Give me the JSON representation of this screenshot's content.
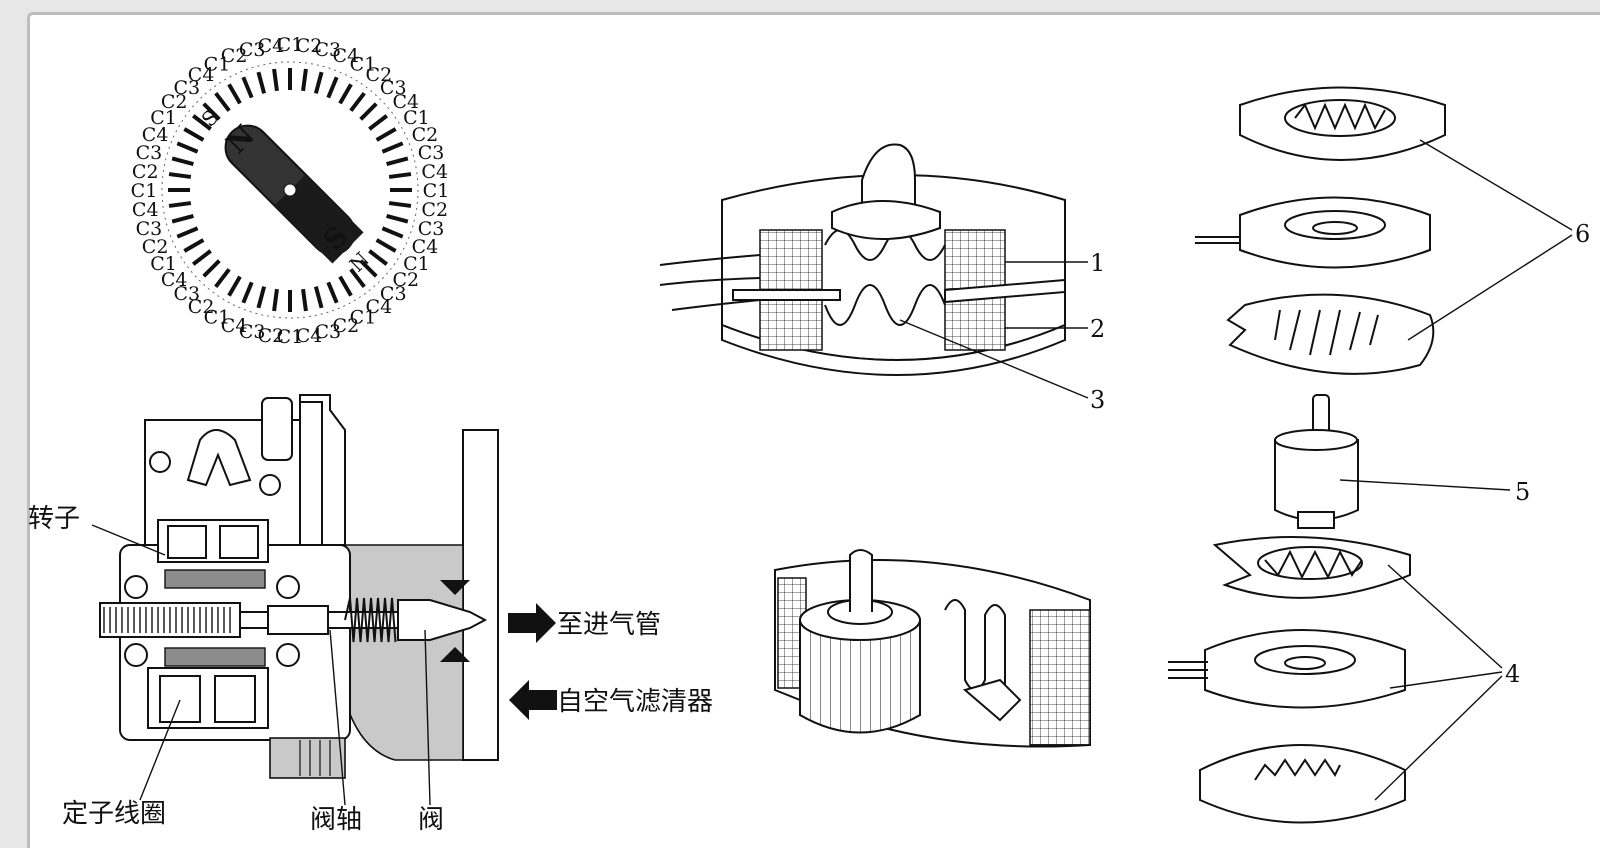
{
  "compass_ticks": [
    "C1",
    "C2",
    "C3",
    "C4",
    "C1",
    "C2",
    "C3",
    "C4",
    "C1",
    "C2",
    "C3",
    "C4",
    "C1",
    "C2",
    "C3",
    "C4",
    "C1",
    "C2",
    "C3",
    "C4",
    "C1",
    "C2",
    "C3",
    "C4",
    "C1",
    "C2",
    "C3",
    "C4",
    "C1",
    "C2",
    "C3",
    "C4",
    "C1",
    "C2",
    "C3",
    "C4",
    "C1",
    "C2",
    "C3",
    "C4",
    "C1",
    "C2",
    "C3",
    "C4",
    "C1",
    "C2",
    "C3",
    "C4"
  ],
  "magnet": {
    "north": "N",
    "south": "S"
  },
  "stator_poles": {
    "top_left": "S",
    "bottom_right": "N"
  },
  "valve_labels": {
    "rotor": "转子",
    "stator_coil": "定子线圈",
    "valve_shaft": "阀轴",
    "valve": "阀",
    "to_intake": "至进气管",
    "from_filter": "自空气滤清器"
  },
  "motor_callouts": [
    "1",
    "2",
    "3"
  ],
  "exploded_callouts": [
    "4",
    "5",
    "6"
  ]
}
